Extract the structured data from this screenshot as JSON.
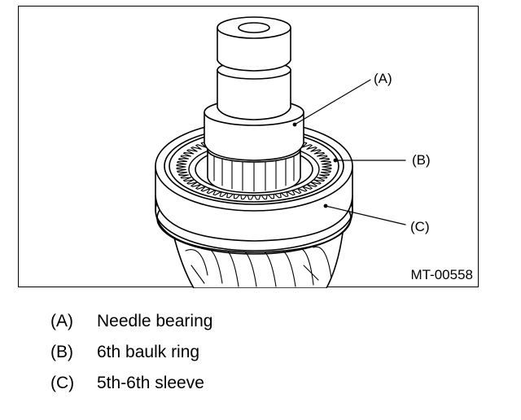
{
  "figure": {
    "code": "MT-00558",
    "callouts": [
      {
        "letter": "(A)",
        "part": "needle-bearing"
      },
      {
        "letter": "(B)",
        "part": "baulk-ring"
      },
      {
        "letter": "(C)",
        "part": "sleeve"
      }
    ]
  },
  "legend": [
    {
      "letter": "(A)",
      "description": "Needle bearing"
    },
    {
      "letter": "(B)",
      "description": "6th baulk ring"
    },
    {
      "letter": "(C)",
      "description": "5th-6th sleeve"
    }
  ]
}
